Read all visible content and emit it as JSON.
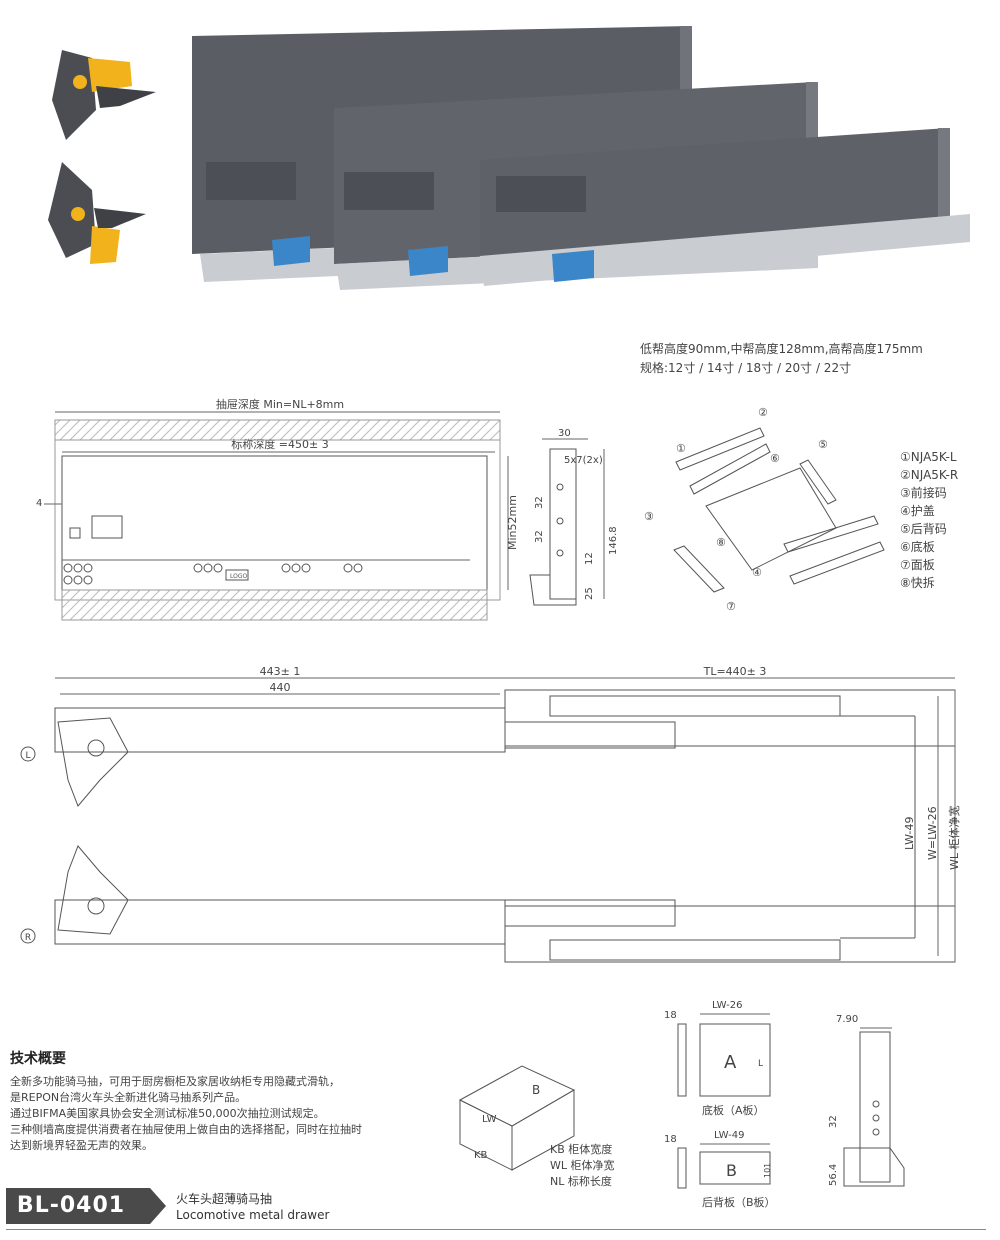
{
  "specs": {
    "heights": "低帮高度90mm,中帮高度128mm,高帮高度175mm",
    "sizes": "规格:12寸 / 14寸 / 18寸 / 20寸 / 22寸"
  },
  "side_view": {
    "drawer_depth": "抽屉深度 Min=NL+8mm",
    "nominal_depth": "标称深度 =450± 3",
    "height_min": "Min52mm",
    "offset_4": "4",
    "logo": "LOGO"
  },
  "profile": {
    "w30": "30",
    "holes": "5x7(2x)",
    "d32a": "32",
    "d32b": "32",
    "d12": "12",
    "d25": "25",
    "h146": "146.8"
  },
  "exploded": {
    "legend": [
      "①NJA5K-L",
      "②NJA5K-R",
      "③前接码",
      "④护盖",
      "⑤后背码",
      "⑥底板",
      "⑦面板",
      "⑧快拆"
    ],
    "callouts": [
      "①",
      "②",
      "③",
      "④",
      "⑤",
      "⑥",
      "⑦",
      "⑧"
    ]
  },
  "top_view": {
    "len443": "443± 1",
    "len440": "440",
    "tl": "TL=440± 3",
    "lw49": "LW-49",
    "w_lw26": "W=LW-26",
    "wl": "WL 柜体净宽",
    "left_mark": "L",
    "right_mark": "R"
  },
  "tech": {
    "title": "技术概要",
    "lines": [
      "全新多功能骑马抽，可用于厨房橱柜及家居收纳柜专用隐藏式滑轨，",
      "是REPON台湾火车头全新进化骑马抽系列产品。",
      "通过BIFMA美国家具协会安全测试标准50,000次抽拉测试规定。",
      "三种侧墙高度提供消费者在抽屉使用上做自由的选择搭配，同时在拉抽时",
      "达到新境界轻盈无声的效果。"
    ]
  },
  "box_legend": {
    "kb": "KB",
    "lw": "LW",
    "b": "B",
    "rows": [
      {
        "code": "KB",
        "text": "柜体宽度"
      },
      {
        "code": "WL",
        "text": "柜体净宽"
      },
      {
        "code": "NL",
        "text": "标称长度"
      }
    ]
  },
  "panels": {
    "a_thick": "18",
    "a_width": "LW-26",
    "a_letter": "A",
    "a_side": "L",
    "a_caption": "底板（A板）",
    "b_thick": "18",
    "b_width": "LW-49",
    "b_letter": "B",
    "b_height": "101",
    "b_caption": "后背板（B板）"
  },
  "section": {
    "d790": "7.90",
    "d32": "32",
    "d564": "56.4"
  },
  "product": {
    "model": "BL-0401",
    "name_cn": "火车头超薄骑马抽",
    "name_en": "Locomotive metal drawer"
  },
  "colors": {
    "panel_dark": "#5a5d63",
    "clip_yellow": "#f2b21b",
    "clip_blue": "#3a86c8",
    "rail_silver": "#c9ccd1",
    "badge": "#4a4a4a"
  }
}
